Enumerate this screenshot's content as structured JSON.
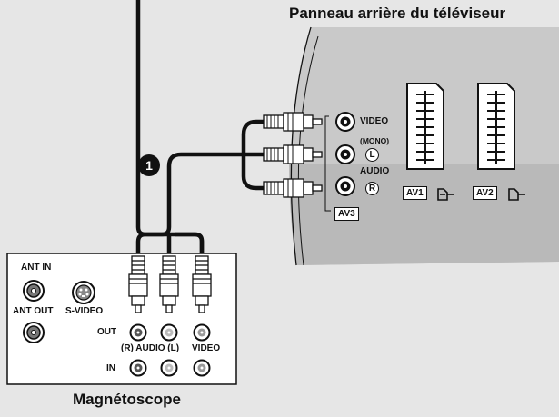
{
  "tv_panel_title": "Panneau arrière du téléviseur",
  "vcr_title": "Magnétoscope",
  "step_number": "1",
  "tv": {
    "video": "VIDEO",
    "mono": "(MONO)",
    "audio": "AUDIO",
    "l": "L",
    "r": "R",
    "av3": "AV3",
    "av1": "AV1",
    "av2": "AV2"
  },
  "vcr": {
    "ant_in": "ANT IN",
    "ant_out": "ANT OUT",
    "s_video": "S-VIDEO",
    "out": "OUT",
    "in": "IN",
    "audio_lr": "(R) AUDIO (L)",
    "video": "VIDEO"
  },
  "colors": {
    "panel": "#c9c9c9",
    "panel_dark": "#b8b8b8",
    "background": "#e6e6e6",
    "cable": "#111111"
  }
}
